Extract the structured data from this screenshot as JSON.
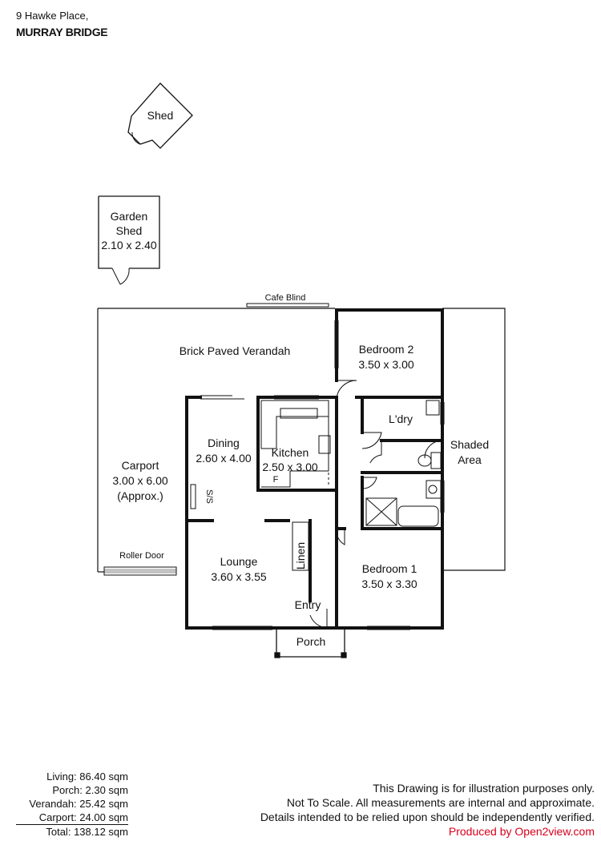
{
  "header": {
    "address_line1": "9 Hawke Place,",
    "address_line2": "MURRAY BRIDGE"
  },
  "plan": {
    "shed": "Shed",
    "garden_shed": {
      "line1": "Garden",
      "line2": "Shed",
      "dims": "2.10 x 2.40"
    },
    "cafe_blind": "Cafe Blind",
    "verandah": "Brick Paved Verandah",
    "carport": {
      "name": "Carport",
      "dims": "3.00 x 6.00",
      "note": "(Approx.)"
    },
    "roller_door": "Roller Door",
    "dining": {
      "name": "Dining",
      "dims": "2.60 x 4.00"
    },
    "kitchen": {
      "name": "Kitchen",
      "dims": "2.50 x 3.00",
      "fridge": "F"
    },
    "ss": "S/S",
    "bedroom2": {
      "name": "Bedroom 2",
      "dims": "3.50 x 3.00"
    },
    "laundry": "L'dry",
    "shaded": {
      "line1": "Shaded",
      "line2": "Area"
    },
    "lounge": {
      "name": "Lounge",
      "dims": "3.60 x 3.55"
    },
    "linen": "Linen",
    "entry": "Entry",
    "bedroom1": {
      "name": "Bedroom 1",
      "dims": "3.50 x 3.30"
    },
    "porch": "Porch"
  },
  "areas": [
    {
      "label": "Living:",
      "value": "86.40 sqm"
    },
    {
      "label": "Porch:",
      "value": "2.30 sqm"
    },
    {
      "label": "Verandah:",
      "value": "25.42 sqm"
    },
    {
      "label": "Carport:",
      "value": "24.00 sqm"
    },
    {
      "label": "Total:",
      "value": "138.12 sqm"
    }
  ],
  "disclaimer": {
    "line1": "This Drawing is for illustration purposes only.",
    "line2": "Not To Scale. All measurements are internal and approximate.",
    "line3": "Details intended to be relied upon should be independently verified.",
    "credit": "Produced by Open2view.com"
  },
  "colors": {
    "wall": "#111111",
    "credit": "#d6001c"
  }
}
